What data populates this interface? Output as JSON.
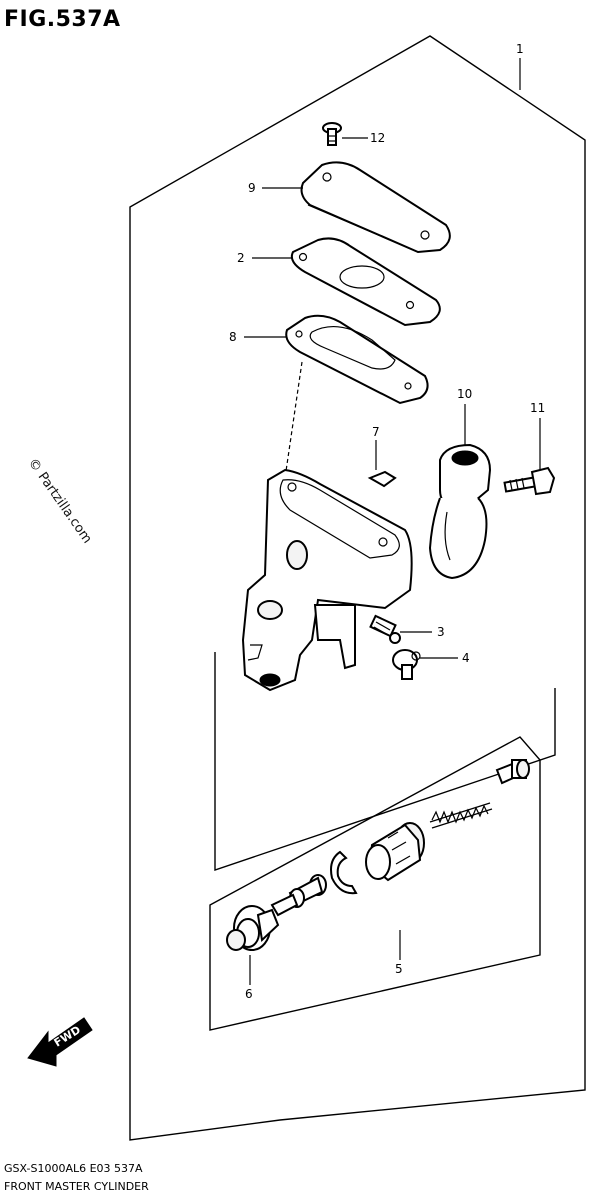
{
  "figure": {
    "title": "FIG.537A",
    "model_code": "GSX-S1000AL6 E03 537A",
    "caption": "FRONT MASTER CYLINDER",
    "watermark": "© Partzilla.com",
    "direction_label": "FWD"
  },
  "callouts": [
    {
      "id": "1",
      "label": "1"
    },
    {
      "id": "2",
      "label": "2"
    },
    {
      "id": "3",
      "label": "3"
    },
    {
      "id": "4",
      "label": "4"
    },
    {
      "id": "5",
      "label": "5"
    },
    {
      "id": "6",
      "label": "6"
    },
    {
      "id": "7",
      "label": "7"
    },
    {
      "id": "8",
      "label": "8"
    },
    {
      "id": "9",
      "label": "9"
    },
    {
      "id": "10",
      "label": "10"
    },
    {
      "id": "11",
      "label": "11"
    },
    {
      "id": "12",
      "label": "12"
    }
  ]
}
